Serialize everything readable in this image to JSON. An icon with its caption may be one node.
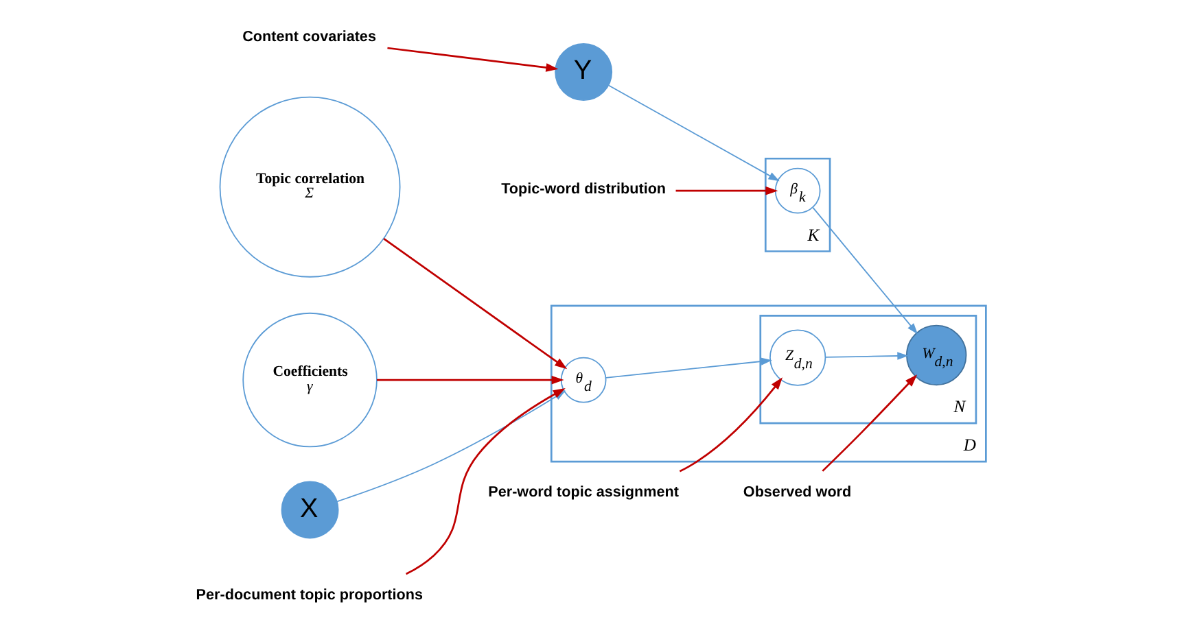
{
  "diagram": {
    "nodes": [
      {
        "text": [
          "D"
        ]
      },
      {
        "text": [
          "N"
        ],
        "in": 0
      },
      {
        "text": [
          "K"
        ]
      },
      {
        "text": [
          "Topic correlation",
          "Σ"
        ]
      },
      {
        "text": [
          "Coefficients",
          "γ"
        ]
      },
      {
        "text": [
          "X"
        ]
      },
      {
        "text": [
          "θ$_{d}$"
        ],
        "in": 0
      },
      {
        "text": [
          "Z$_{d,n}$"
        ],
        "in": 1
      },
      {
        "text": [
          "W$_{d,n}$"
        ],
        "in": 1
      },
      {
        "text": [
          "β$_{k}$"
        ],
        "in": 2
      },
      {
        "text": [
          "Y"
        ]
      },
      {
        "text": [
          "Per-document topic proportions"
        ]
      },
      {
        "text": [
          "Per-word topic assignment"
        ]
      },
      {
        "text": [
          "Observed word"
        ]
      },
      {
        "text": [
          "Topic-word distribution"
        ]
      },
      {
        "text": [
          "Content covariates"
        ]
      }
    ],
    "edges": [
      {
        "from": 3,
        "to": 6,
        "arrow": "to"
      },
      {
        "from": 4,
        "to": 6,
        "arrow": "to"
      },
      {
        "from": 5,
        "to": 6,
        "arrow": "to",
        "color": "#5b9bd5"
      },
      {
        "from": 6,
        "to": 7,
        "arrow": "to",
        "color": "#5b9bd5"
      },
      {
        "from": 7,
        "to": 8,
        "arrow": "to",
        "color": "#5b9bd5"
      },
      {
        "from": 9,
        "to": 8,
        "arrow": "to",
        "color": "#5b9bd5"
      },
      {
        "from": 10,
        "to": 9,
        "arrow": "to",
        "color": "#5b9bd5"
      },
      {
        "from": 11,
        "to": 6,
        "arrow": "to"
      },
      {
        "from": 12,
        "to": 7,
        "arrow": "to"
      },
      {
        "from": 13,
        "to": 8,
        "arrow": "to"
      },
      {
        "from": 14,
        "to": 9,
        "arrow": "to"
      },
      {
        "from": 15,
        "to": 10,
        "arrow": "to"
      }
    ]
  }
}
